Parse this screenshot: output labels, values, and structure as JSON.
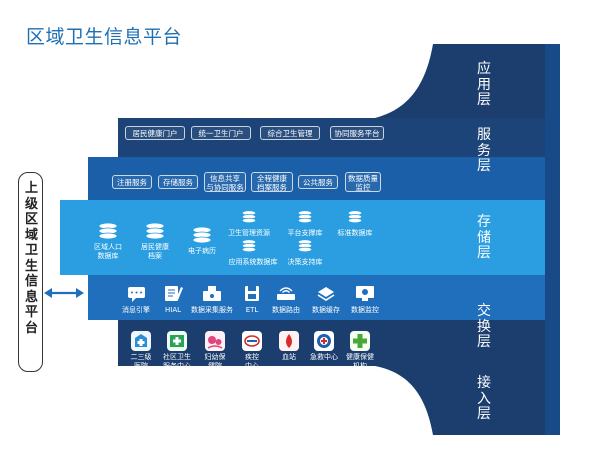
{
  "title": "区域卫生信息平台",
  "layers": {
    "application": "应用层",
    "service": "服务层",
    "storage": "存储层",
    "exchange": "交换层",
    "access": "接入层"
  },
  "side_label": "上级区域卫生信息平台",
  "service_row1": [
    "居民健康门户",
    "统一卫生门户",
    "综合卫生管理",
    "协同服务平台"
  ],
  "service_row2": [
    "注册服务",
    "存储服务",
    "信息共享\n与协同服务",
    "全程健康\n档案服务",
    "公共服务",
    "数据质量\n监控"
  ],
  "storage_items": [
    "区域人口\n数据库",
    "居民健康\n档案",
    "电子病历",
    "卫生管理资源",
    "应用系统数据库",
    "平台支撑库",
    "决策支持库",
    "标准数据库"
  ],
  "exchange_items": [
    "消息引擎",
    "HIAL",
    "数据采集服务",
    "ETL",
    "数据路由",
    "数据缓存",
    "数据监控"
  ],
  "access_items": [
    "二三级\n医院",
    "社区卫生\n服务中心",
    "妇幼保\n健院",
    "疾控\n中心",
    "血站",
    "急救中心",
    "健康保健\n机构"
  ],
  "colors": {
    "title": "#1f6fb3",
    "dark_band": "#1c3e6e",
    "mid_band": "#1b5fa8",
    "light_band": "#2a9ee0",
    "exchange_band": "#1f6fbd"
  }
}
